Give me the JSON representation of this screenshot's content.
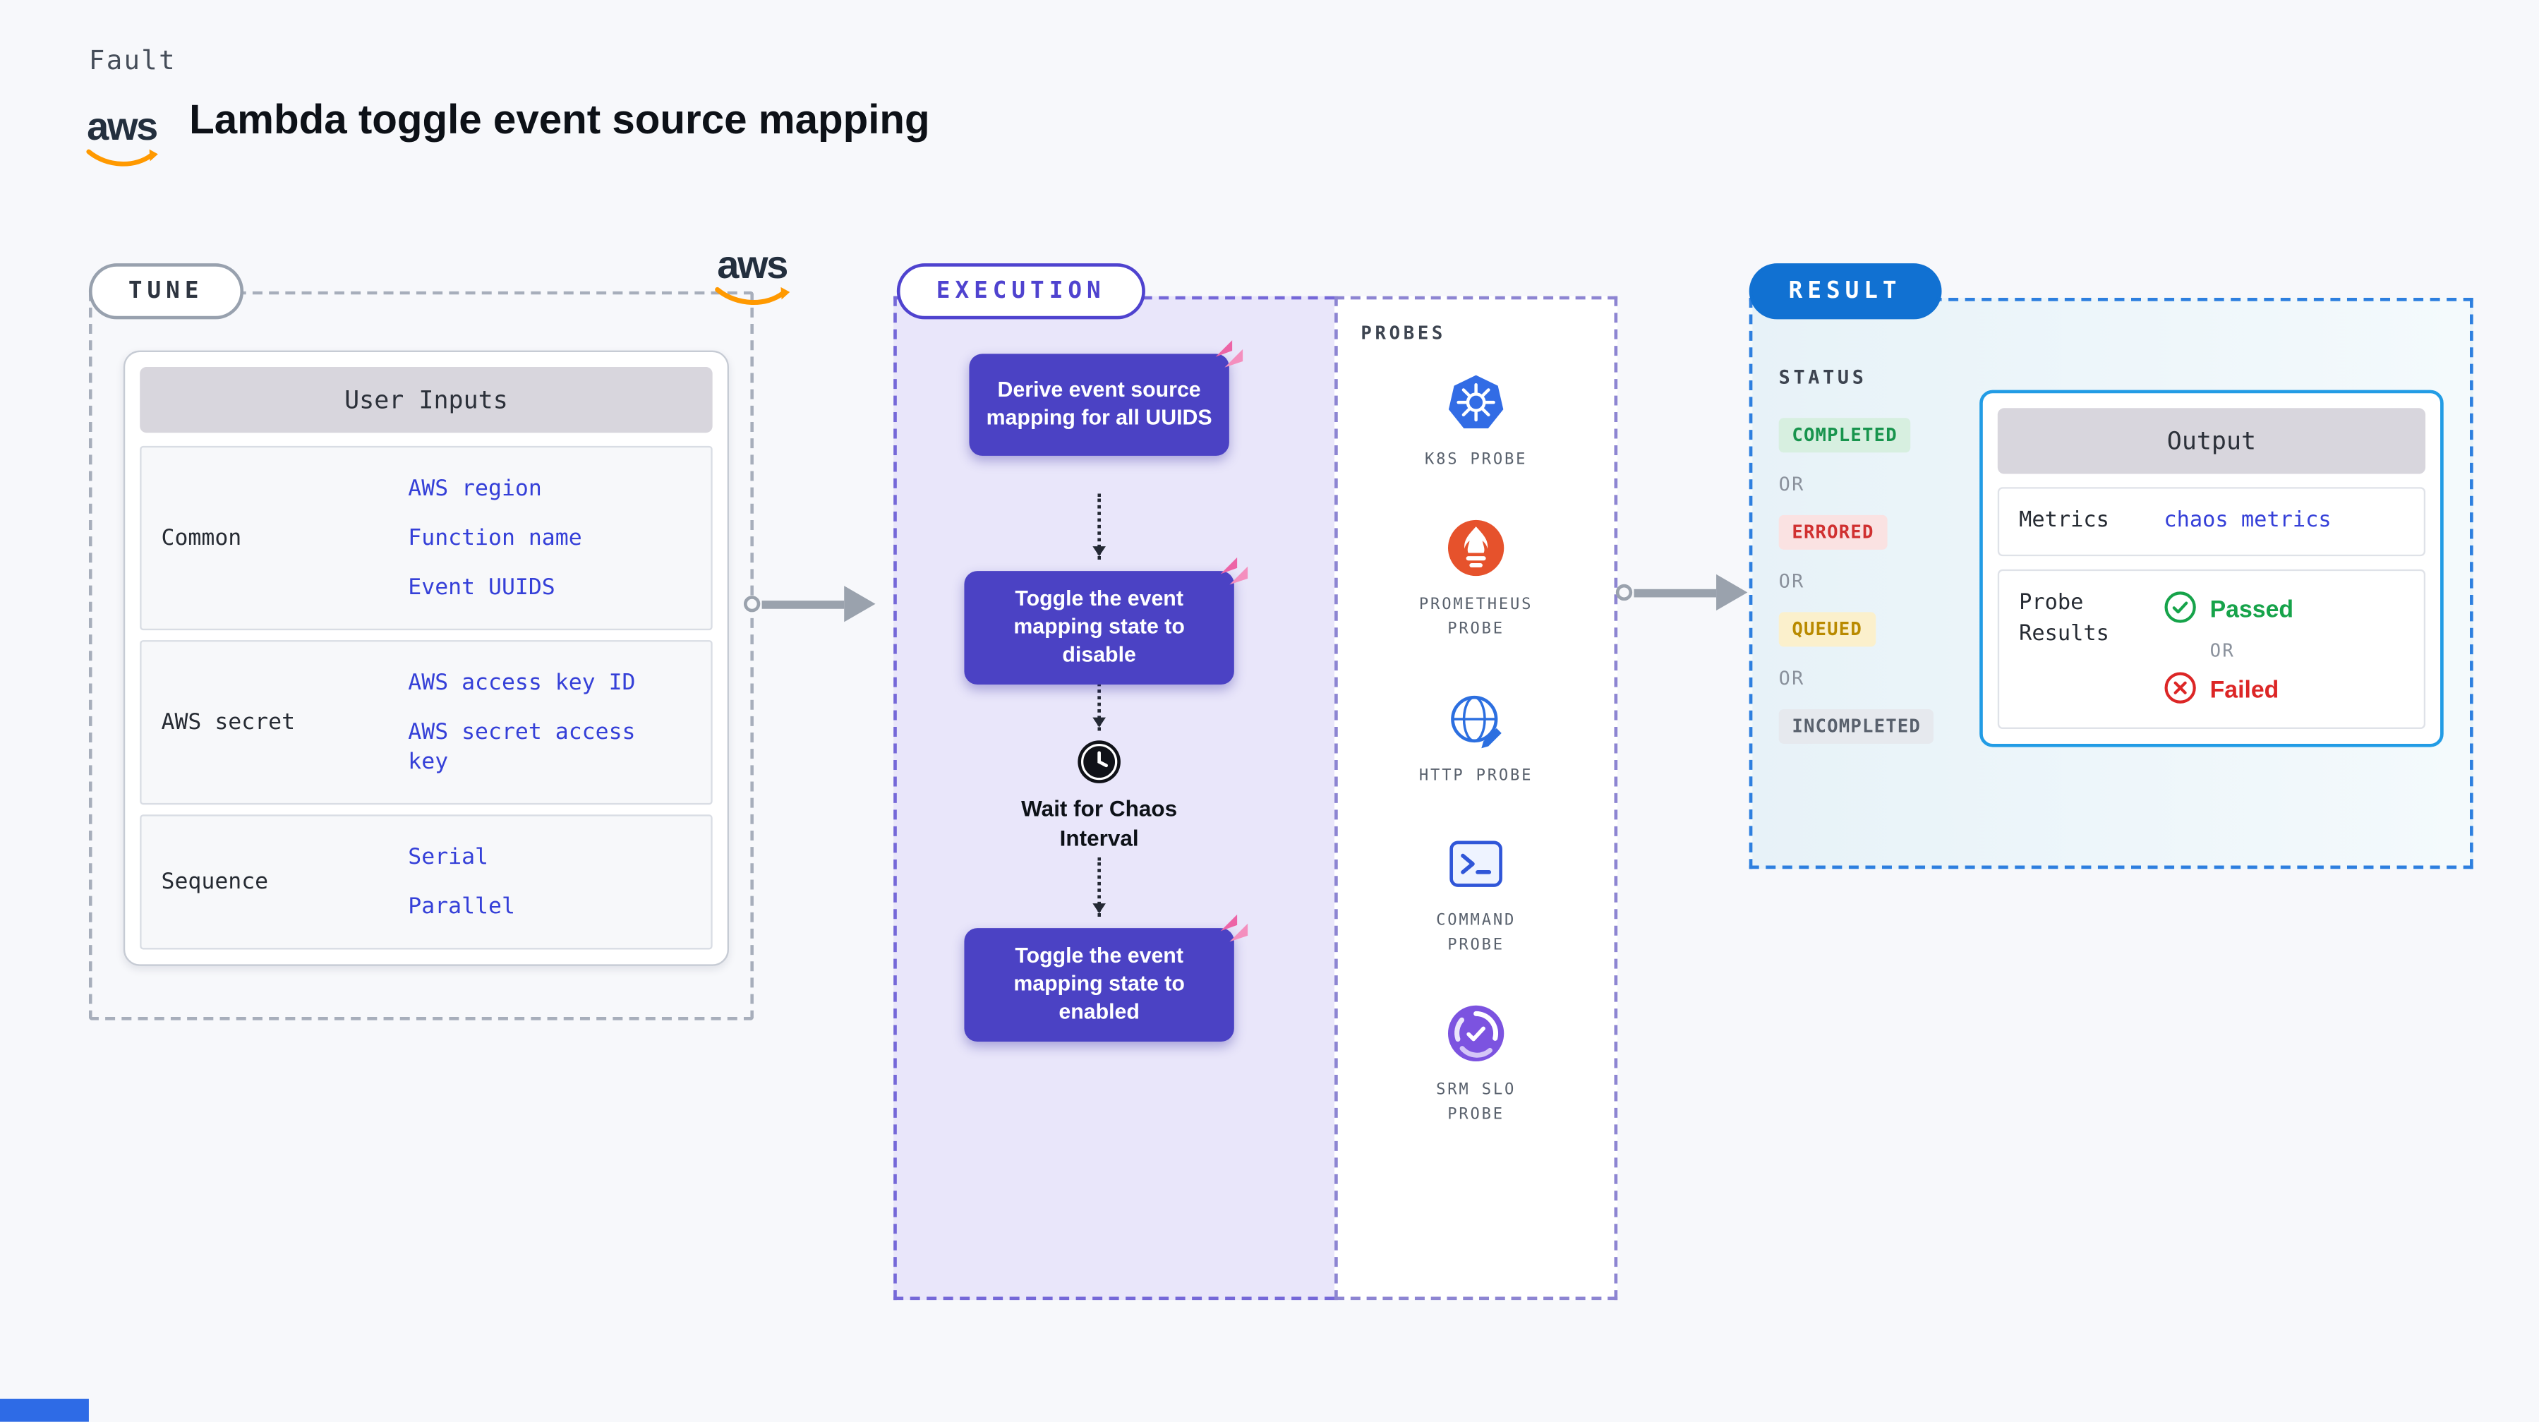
{
  "aws": {
    "logo_text": "aws"
  },
  "header": {
    "kicker": "Fault",
    "title": "Lambda toggle event source mapping"
  },
  "tune": {
    "pill": "TUNE",
    "table_header": "User Inputs",
    "rows": [
      {
        "label": "Common",
        "links": [
          "AWS region",
          "Function name",
          "Event UUIDS"
        ]
      },
      {
        "label": "AWS secret",
        "links": [
          "AWS access key ID",
          "AWS secret access key"
        ]
      },
      {
        "label": "Sequence",
        "links": [
          "Serial",
          "Parallel"
        ]
      }
    ]
  },
  "execution": {
    "pill": "EXECUTION",
    "steps": {
      "step1": "Derive event source mapping for all UUIDS",
      "step2": "Toggle the event mapping state to disable",
      "wait": "Wait for Chaos Interval",
      "step3": "Toggle the event mapping state to enabled"
    }
  },
  "probes": {
    "heading": "PROBES",
    "items": [
      {
        "label": "K8S PROBE",
        "icon": "k8s-probe-icon"
      },
      {
        "label": "PROMETHEUS PROBE",
        "icon": "prometheus-probe-icon"
      },
      {
        "label": "HTTP PROBE",
        "icon": "http-probe-icon"
      },
      {
        "label": "COMMAND PROBE",
        "icon": "command-probe-icon"
      },
      {
        "label": "SRM SLO PROBE",
        "icon": "srm-slo-probe-icon"
      }
    ]
  },
  "result": {
    "pill": "RESULT",
    "status_heading": "STATUS",
    "or": "OR",
    "statuses": [
      {
        "label": "COMPLETED",
        "color": "#18944d"
      },
      {
        "label": "ERRORED",
        "color": "#d03030"
      },
      {
        "label": "QUEUED",
        "color": "#b98a00"
      },
      {
        "label": "INCOMPLETED",
        "color": "#59616d"
      }
    ],
    "output": {
      "header": "Output",
      "metrics_label": "Metrics",
      "metrics_value": "chaos metrics",
      "probe_results_label": "Probe Results",
      "passed": "Passed",
      "failed": "Failed"
    }
  },
  "colors": {
    "page_background": "#f7f8fb",
    "flow_box_purple": "#4b42c4",
    "execution_background": "#e9e6fa",
    "result_pill_blue": "#1171d2",
    "output_border_blue": "#229ce5",
    "link_blue": "#3540d8",
    "passed_green": "#16a34a",
    "failed_red": "#dc2626",
    "k8s_blue": "#326ce5",
    "prometheus_orange": "#e6522c",
    "srm_purple": "#7c53e0",
    "aws_orange": "#ff9900",
    "chaos_pink": "#ed64a6"
  }
}
